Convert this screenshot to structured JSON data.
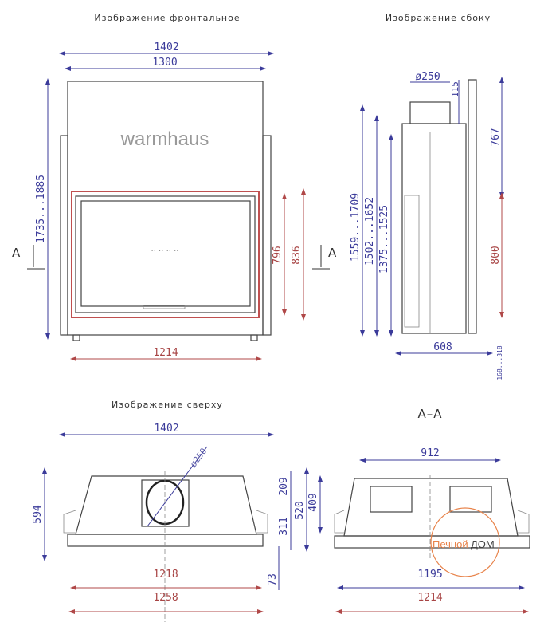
{
  "titles": {
    "front": "Изображение фронтальное",
    "side": "Изображение сбоку",
    "top": "Изображение сверху",
    "section": "A–A"
  },
  "brand": "warmhaus",
  "section_marker": "A",
  "front": {
    "width_total": "1402",
    "width_panel": "1300",
    "height": "1735...1885",
    "door_h": "796",
    "frame_h": "836",
    "base_w": "1214"
  },
  "side": {
    "flue_d": "ø250",
    "flue_h": "115",
    "upper": "767",
    "door": "800",
    "h1": "1559...1709",
    "h2": "1502...1652",
    "h3": "1375...1525",
    "depth": "608",
    "offset": "168...318"
  },
  "top": {
    "width": "1402",
    "flue_d": "ø250",
    "depth": "594",
    "d1": "209",
    "d2": "311",
    "d3": "73",
    "w1": "1218",
    "w2": "1258"
  },
  "section": {
    "w_top": "912",
    "h1": "520",
    "h2": "409",
    "w1": "1195",
    "w2": "1214"
  },
  "watermark": {
    "part1": "Печной",
    "part2": "ДОМ"
  },
  "colors": {
    "dim_blue": "#3b3b9a",
    "dim_red": "#b04848",
    "watermark": "#e8834a"
  }
}
